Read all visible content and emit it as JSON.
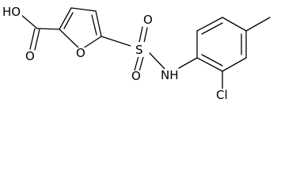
{
  "molecule": {
    "atoms": {
      "carboxyl_oh": "HO",
      "carbonyl_o": "O",
      "furan_o": "O",
      "sulfur": "S",
      "sulfonyl_o_top": "O",
      "sulfonyl_o_bottom": "O",
      "amine": "NH",
      "chloro": "Cl"
    },
    "colors": {
      "bond": "#000000",
      "label": "#000000",
      "background": "#ffffff"
    }
  }
}
